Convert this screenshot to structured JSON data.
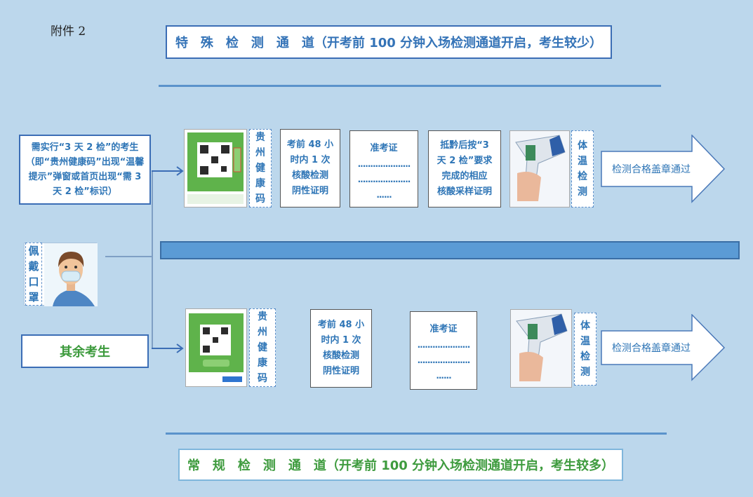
{
  "attachment": "附件 2",
  "top_channel": {
    "title": "特　殊　检　测　通　道（开考前 100 分钟入场检测通道开启，考生较少）"
  },
  "bottom_channel": {
    "title": "常　规　检　测　通　道（开考前 100 分钟入场检测通道开启，考生较多）"
  },
  "start": {
    "mask_label": [
      "佩",
      "戴",
      "口",
      "罩"
    ]
  },
  "special_group": {
    "note": "需实行“3 天 2 检”的考生（即“贵州健康码”出现“温馨提示”弹窗或首页出现“需 3 天 2 检”标识）",
    "health_code_label": [
      "贵",
      "州",
      "健",
      "康",
      "码"
    ],
    "nucleic_test": [
      "考前 48 小",
      "时内 1 次",
      "核酸检测",
      "阴性证明"
    ],
    "admission": "准考证",
    "admission_dots": [
      ".....................",
      ".....................",
      "......"
    ],
    "three_day": [
      "抵黔后按“3",
      "天 2 检”要求",
      "完成的相应",
      "核酸采样证明"
    ],
    "temp_label": [
      "体",
      "温",
      "检",
      "测"
    ],
    "pass": "检测合格盖章通过"
  },
  "regular_group": {
    "label": "其余考生",
    "health_code_label": [
      "贵",
      "州",
      "健",
      "康",
      "码"
    ],
    "nucleic_test": [
      "考前 48 小",
      "时内 1 次",
      "核酸检测",
      "阴性证明"
    ],
    "admission": "准考证",
    "admission_dots": [
      ".....................",
      ".....................",
      "......"
    ],
    "temp_label": [
      "体",
      "温",
      "检",
      "测"
    ],
    "pass": "检测合格盖章通过"
  },
  "colors": {
    "background": "#bcd7ec",
    "blue_text": "#2e75b6",
    "green_text": "#3e9b3e",
    "border_blue": "#3b6db5"
  }
}
